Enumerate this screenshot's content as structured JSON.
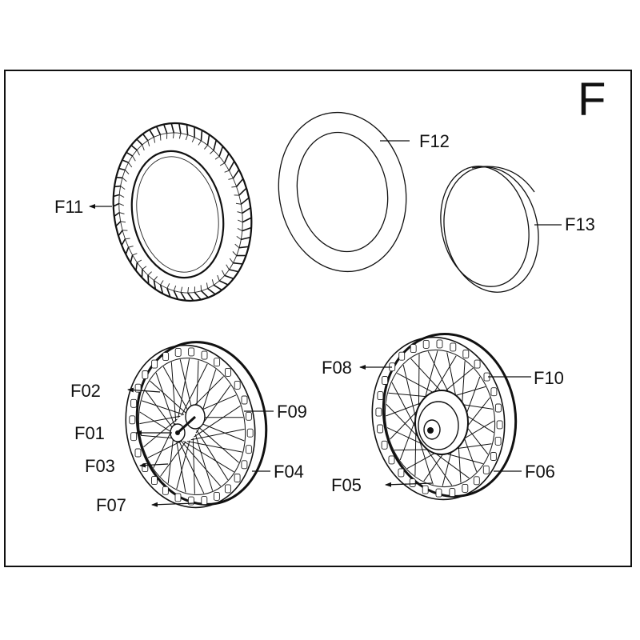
{
  "section": "F",
  "parts": [
    {
      "id": "F01"
    },
    {
      "id": "F02"
    },
    {
      "id": "F03"
    },
    {
      "id": "F04"
    },
    {
      "id": "F05"
    },
    {
      "id": "F06"
    },
    {
      "id": "F07"
    },
    {
      "id": "F08"
    },
    {
      "id": "F09"
    },
    {
      "id": "F10"
    },
    {
      "id": "F11"
    },
    {
      "id": "F12"
    },
    {
      "id": "F13"
    }
  ]
}
